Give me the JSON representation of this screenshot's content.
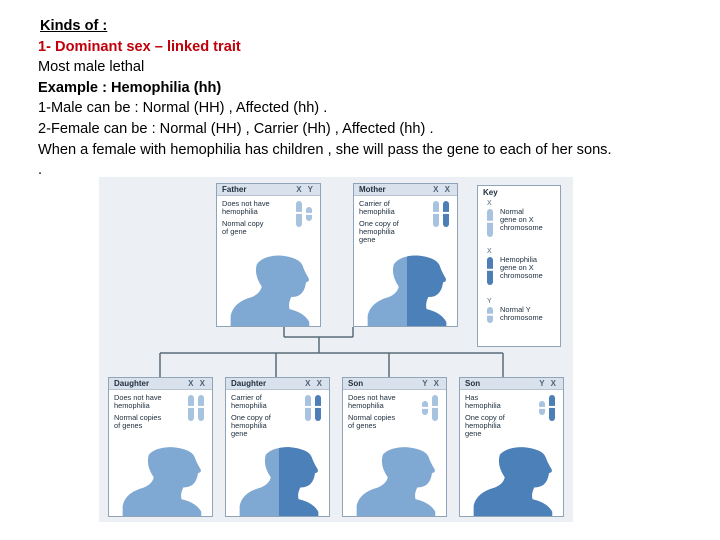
{
  "text": {
    "heading": "Kinds of :",
    "line1": "1- Dominant sex – linked trait",
    "line2": "Most male lethal",
    "line3": "Example : Hemophilia (hh)",
    "line4": "1-Male can be : Normal (HH) , Affected (hh) .",
    "line5": "2-Female can be : Normal (HH) , Carrier (Hh) , Affected (hh) .",
    "line6": "When a female with hemophilia has children , she will pass the gene to each of her sons.",
    "line7": "."
  },
  "figure": {
    "parents": [
      {
        "title": "Father",
        "chromosomes": "X Y",
        "desc": [
          "Does not have",
          "hemophilia"
        ],
        "desc2": [
          "Normal copy",
          "of gene"
        ],
        "status": "normal"
      },
      {
        "title": "Mother",
        "chromosomes": "X X",
        "desc": [
          "Carrier of",
          "hemophilia"
        ],
        "desc2": [
          "One copy of",
          "hemophilia",
          "gene"
        ],
        "status": "carrier"
      }
    ],
    "children": [
      {
        "title": "Daughter",
        "chromosomes": "X X",
        "desc": [
          "Does not have",
          "hemophilia"
        ],
        "desc2": [
          "Normal copies",
          "of genes"
        ],
        "status": "normal"
      },
      {
        "title": "Daughter",
        "chromosomes": "X X",
        "desc": [
          "Carrier of",
          "hemophilia"
        ],
        "desc2": [
          "One copy of",
          "hemophilia",
          "gene"
        ],
        "status": "carrier"
      },
      {
        "title": "Son",
        "chromosomes": "Y X",
        "desc": [
          "Does not have",
          "hemophilia"
        ],
        "desc2": [
          "Normal copies",
          "of genes"
        ],
        "status": "normal"
      },
      {
        "title": "Son",
        "chromosomes": "Y X",
        "desc": [
          "Has",
          "hemophilia"
        ],
        "desc2": [
          "One copy of",
          "hemophilia",
          "gene"
        ],
        "status": "affected"
      }
    ],
    "key": {
      "title": "Key",
      "items": [
        {
          "letter": "X",
          "text": [
            "Normal",
            "gene on X",
            "chromosome"
          ]
        },
        {
          "letter": "X",
          "text": [
            "Hemophilia",
            "gene on X",
            "chromosome"
          ]
        },
        {
          "letter": "Y",
          "text": [
            "Normal Y",
            "chromosome"
          ]
        }
      ]
    },
    "colors": {
      "normal": "#7fa8d2",
      "affected": "#4c80b8",
      "light_chromo": "#a8c3df",
      "dark_chromo": "#4d7fb6",
      "line": "#5a6a7a"
    }
  }
}
